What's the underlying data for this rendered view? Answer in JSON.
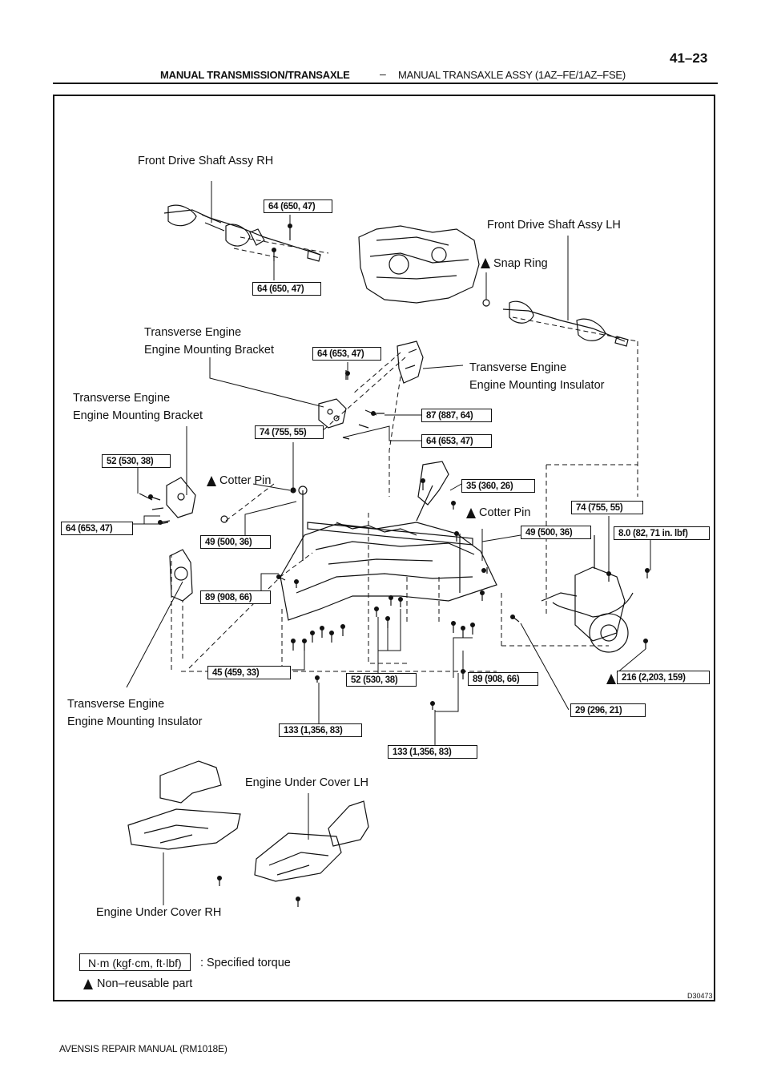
{
  "header": {
    "section": "MANUAL TRANSMISSION/TRANSAXLE",
    "separator": "–",
    "subsection": "MANUAL TRANSAXLE ASSY (1AZ–FE/1AZ–FSE)",
    "page": "41–23"
  },
  "figure_code": "D30473",
  "footer": "AVENSIS REPAIR MANUAL   (RM1018E)",
  "labels": {
    "fds_rh": "Front Drive Shaft Assy RH",
    "fds_lh": "Front Drive Shaft Assy LH",
    "snap_ring": "Snap Ring",
    "bracket_upper_l1": "Transverse Engine",
    "bracket_upper_l2": "Engine Mounting Bracket",
    "insulator_right_l1": "Transverse Engine",
    "insulator_right_l2": "Engine Mounting Insulator",
    "bracket_left_l1": "Transverse Engine",
    "bracket_left_l2": "Engine Mounting Bracket",
    "cotter_pin_left": "Cotter Pin",
    "cotter_pin_right": "Cotter Pin",
    "insulator_left_l1": "Transverse Engine",
    "insulator_left_l2": "Engine Mounting Insulator",
    "under_cover_lh": "Engine Under Cover LH",
    "under_cover_rh": "Engine Under Cover RH"
  },
  "torques": {
    "t1": "64 (650, 47)",
    "t2": "64 (650, 47)",
    "t3": "64 (653, 47)",
    "t4": "87 (887, 64)",
    "t5": "74 (755, 55)",
    "t6": "64 (653, 47)",
    "t7": "52 (530, 38)",
    "t8": "35 (360, 26)",
    "t9": "74 (755, 55)",
    "t10": "64 (653, 47)",
    "t11": "49 (500, 36)",
    "t12": "49 (500, 36)",
    "t13": "8.0 (82, 71 in. lbf)",
    "t14": "89 (908, 66)",
    "t15": "45 (459, 33)",
    "t16": "52 (530, 38)",
    "t17": "89 (908, 66)",
    "t18": "216 (2,203, 159)",
    "t19": "29 (296, 21)",
    "t20": "133 (1,356, 83)",
    "t21": "133 (1,356, 83)"
  },
  "legend": {
    "unit_box": "N·m (kgf·cm, ft·lbf)",
    "unit_desc": ": Specified torque",
    "non_reusable": "Non–reusable part"
  },
  "icons": {
    "non_reusable_marker": "black-triangle-icon"
  }
}
